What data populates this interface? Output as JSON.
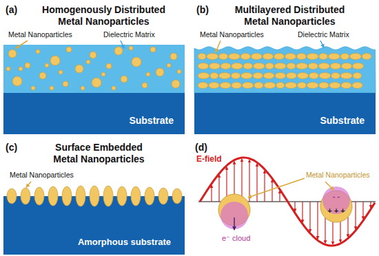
{
  "diagram": {
    "nodes": [
      {
        "text": [
          "Substrate"
        ]
      },
      {
        "text": [
          "Substrate"
        ]
      },
      {
        "text": [
          "Amorphous substrate"
        ]
      }
    ],
    "labels": [
      "(a)",
      "Homogenously Distributed Metal Nanoparticles",
      "Metal Nanoparticles",
      "Dielectric Matrix",
      "(b)",
      "Multilayered Distributed Metal Nanoparticles",
      "Metal Nanoparticles",
      "Dielectric Matrix",
      "(c)",
      "Surface Embedded Metal Nanoparticles",
      "Metal Nanoparticles",
      "(d)",
      "E-field",
      "Metal Nanoparticles",
      "e⁻ cloud",
      "- -",
      "+ + +"
    ]
  }
}
